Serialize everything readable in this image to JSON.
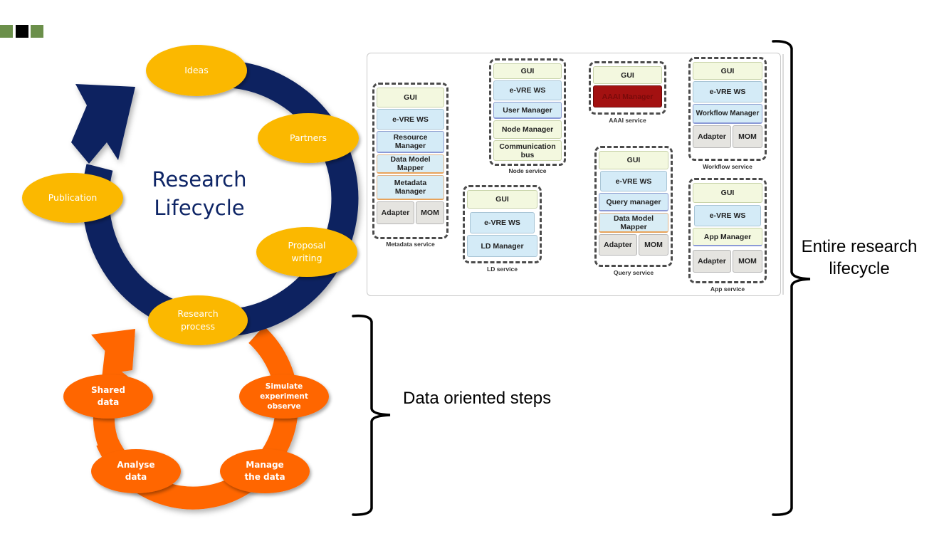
{
  "colors": {
    "accent_green": "#6b8f4a",
    "accent_black": "#000000",
    "cycle_navy": "#0f2360",
    "node_yellow": "#fbb800",
    "cycle_orange": "#ff6600",
    "aaai_red": "#a31111"
  },
  "decoration": {
    "squares": [
      "green",
      "black",
      "green"
    ]
  },
  "research_cycle": {
    "title_line1": "Research",
    "title_line2": "Lifecycle",
    "nodes": [
      {
        "id": "ideas",
        "label": "Ideas"
      },
      {
        "id": "partners",
        "label": "Partners"
      },
      {
        "id": "proposal",
        "label_line1": "Proposal",
        "label_line2": "writing"
      },
      {
        "id": "research-process",
        "label_line1": "Research",
        "label_line2": "process"
      },
      {
        "id": "publication",
        "label": "Publication"
      }
    ]
  },
  "data_cycle": {
    "nodes": [
      {
        "id": "simulate",
        "label_line1": "Simulate",
        "label_line2": "experiment",
        "label_line3": "observe"
      },
      {
        "id": "manage",
        "label_line1": "Manage",
        "label_line2": "the data"
      },
      {
        "id": "analyse",
        "label_line1": "Analyse",
        "label_line2": "data"
      },
      {
        "id": "shared",
        "label_line1": "Shared",
        "label_line2": "data"
      }
    ]
  },
  "architecture": {
    "metadata_service": {
      "caption": "Metadata service",
      "blocks": [
        "GUI",
        "e-VRE WS",
        "Resource Manager",
        "Data Model Mapper",
        "Metadata Manager"
      ],
      "bottom": [
        "Adapter",
        "MOM"
      ]
    },
    "node_service": {
      "caption": "Node service",
      "blocks": [
        "GUI",
        "e-VRE WS",
        "User Manager",
        "Node Manager",
        "Communication bus"
      ]
    },
    "ld_service": {
      "caption": "LD service",
      "blocks": [
        "GUI",
        "e-VRE WS",
        "LD Manager"
      ]
    },
    "aaai_service": {
      "caption": "AAAI service",
      "blocks": [
        "GUI",
        "AAAI Manager"
      ]
    },
    "query_service": {
      "caption": "Query service",
      "blocks": [
        "GUI",
        "e-VRE WS",
        "Query manager",
        "Data Model Mapper"
      ],
      "bottom": [
        "Adapter",
        "MOM"
      ]
    },
    "workflow_service": {
      "caption": "Workflow service",
      "blocks": [
        "GUI",
        "e-VRE WS",
        "Workflow Manager"
      ],
      "bottom": [
        "Adapter",
        "MOM"
      ]
    },
    "app_service": {
      "caption": "App service",
      "blocks": [
        "GUI",
        "e-VRE WS",
        "App Manager"
      ],
      "bottom": [
        "Adapter",
        "MOM"
      ]
    }
  },
  "annotations": {
    "data_steps": "Data oriented steps",
    "entire_line1": "Entire research",
    "entire_line2": "lifecycle"
  }
}
